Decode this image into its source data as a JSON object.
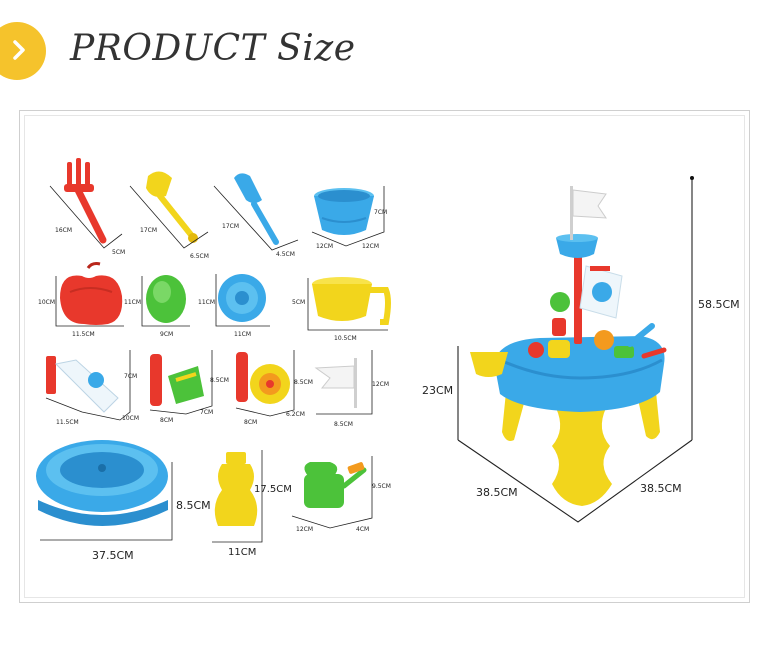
{
  "header": {
    "title": "PRODUCT Size",
    "icon": "arrow-right-icon",
    "accent": "#f5c32c"
  },
  "items": {
    "rake": {
      "icon": "rake-icon",
      "h": "16CM",
      "w": "5CM"
    },
    "shovel": {
      "icon": "shovel-icon",
      "h": "17CM",
      "w": "6.5CM"
    },
    "trowel": {
      "icon": "trowel-icon",
      "h": "17CM",
      "w": "4.5CM"
    },
    "bucket": {
      "icon": "bucket-icon",
      "h": "7CM",
      "w1": "12CM",
      "w2": "12CM"
    },
    "apple_mold": {
      "icon": "apple-mold-icon",
      "h": "10CM",
      "w": "11.5CM"
    },
    "egg_mold": {
      "icon": "egg-mold-icon",
      "h": "11CM",
      "w": "9CM"
    },
    "flower_mold": {
      "icon": "flower-mold-icon",
      "h": "11CM",
      "w": "11CM"
    },
    "cup": {
      "icon": "cup-icon",
      "h": "5CM",
      "w": "10.5CM"
    },
    "slide": {
      "icon": "slide-icon",
      "h": "7CM",
      "w1": "11.5CM",
      "w2": "10CM"
    },
    "sieve_pipe": {
      "icon": "pipe-icon",
      "h": "8.5CM",
      "w1": "8CM",
      "w2": "7CM"
    },
    "water_wheel": {
      "icon": "water-wheel-icon",
      "h": "8.5CM",
      "w1": "8CM",
      "w2": "6.2CM"
    },
    "flag": {
      "icon": "flag-icon",
      "h": "12CM",
      "w": "8.5CM"
    },
    "tray": {
      "icon": "sand-tray-icon",
      "h": "8.5CM",
      "w": "37.5CM"
    },
    "bottle": {
      "icon": "bottle-icon",
      "h": "17.5CM",
      "w": "11CM"
    },
    "watering_can": {
      "icon": "watering-can-icon",
      "h": "9.5CM",
      "w1": "12CM",
      "w2": "4CM"
    }
  },
  "table": {
    "icon": "sand-water-table-icon",
    "height": "58.5CM",
    "table_height": "23CM",
    "depth_left": "38.5CM",
    "depth_right": "38.5CM"
  },
  "colors": {
    "blue": "#3aa9e8",
    "yellow": "#f2d51c",
    "red": "#e8382c",
    "green": "#4cc23a",
    "orange": "#f39a1e"
  }
}
